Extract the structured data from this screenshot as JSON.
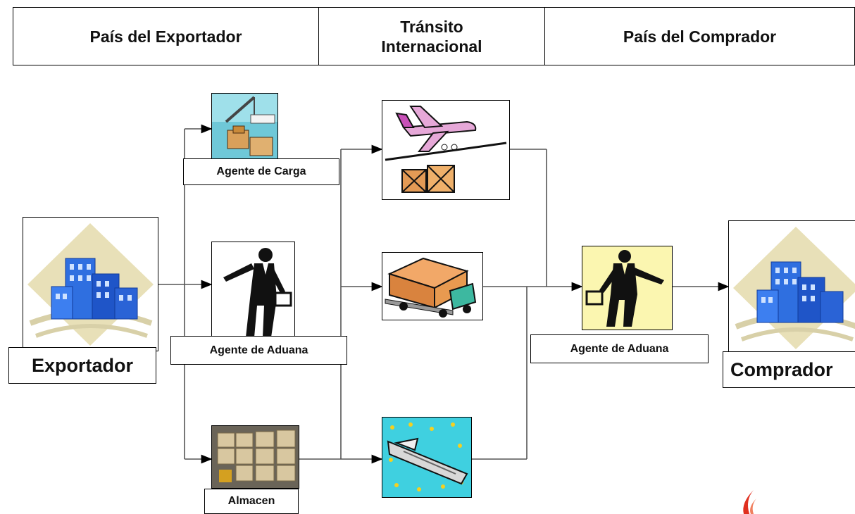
{
  "header": {
    "exporter_country": "País del Exportador",
    "transit_line1": "Tránsito",
    "transit_line2": "Internacional",
    "buyer_country": "País del Comprador"
  },
  "nodes": {
    "exporter": "Exportador",
    "freight_agent": "Agente de Carga",
    "customs_agent_origin": "Agente de Aduana",
    "warehouse": "Almacen",
    "customs_agent_destination": "Agente de Aduana",
    "buyer": "Comprador"
  },
  "icons": {
    "exporter": "office-building-icon",
    "freight_agent": "crane-cargo-icon",
    "customs_agent_origin": "businessman-briefcase-icon",
    "warehouse": "warehouse-boxes-icon",
    "air": "airplane-cargo-icon",
    "road": "truck-icon",
    "sea": "ship-icon",
    "customs_agent_destination": "businessman-briefcase-icon",
    "buyer": "office-building-icon"
  },
  "colors": {
    "building_blue": "#2f6fe0",
    "diamond": "#e8e0b8",
    "customs_dest_bg": "#fbf6b0",
    "sea_bg": "#3fd0e0",
    "crate": "#e39a55"
  }
}
